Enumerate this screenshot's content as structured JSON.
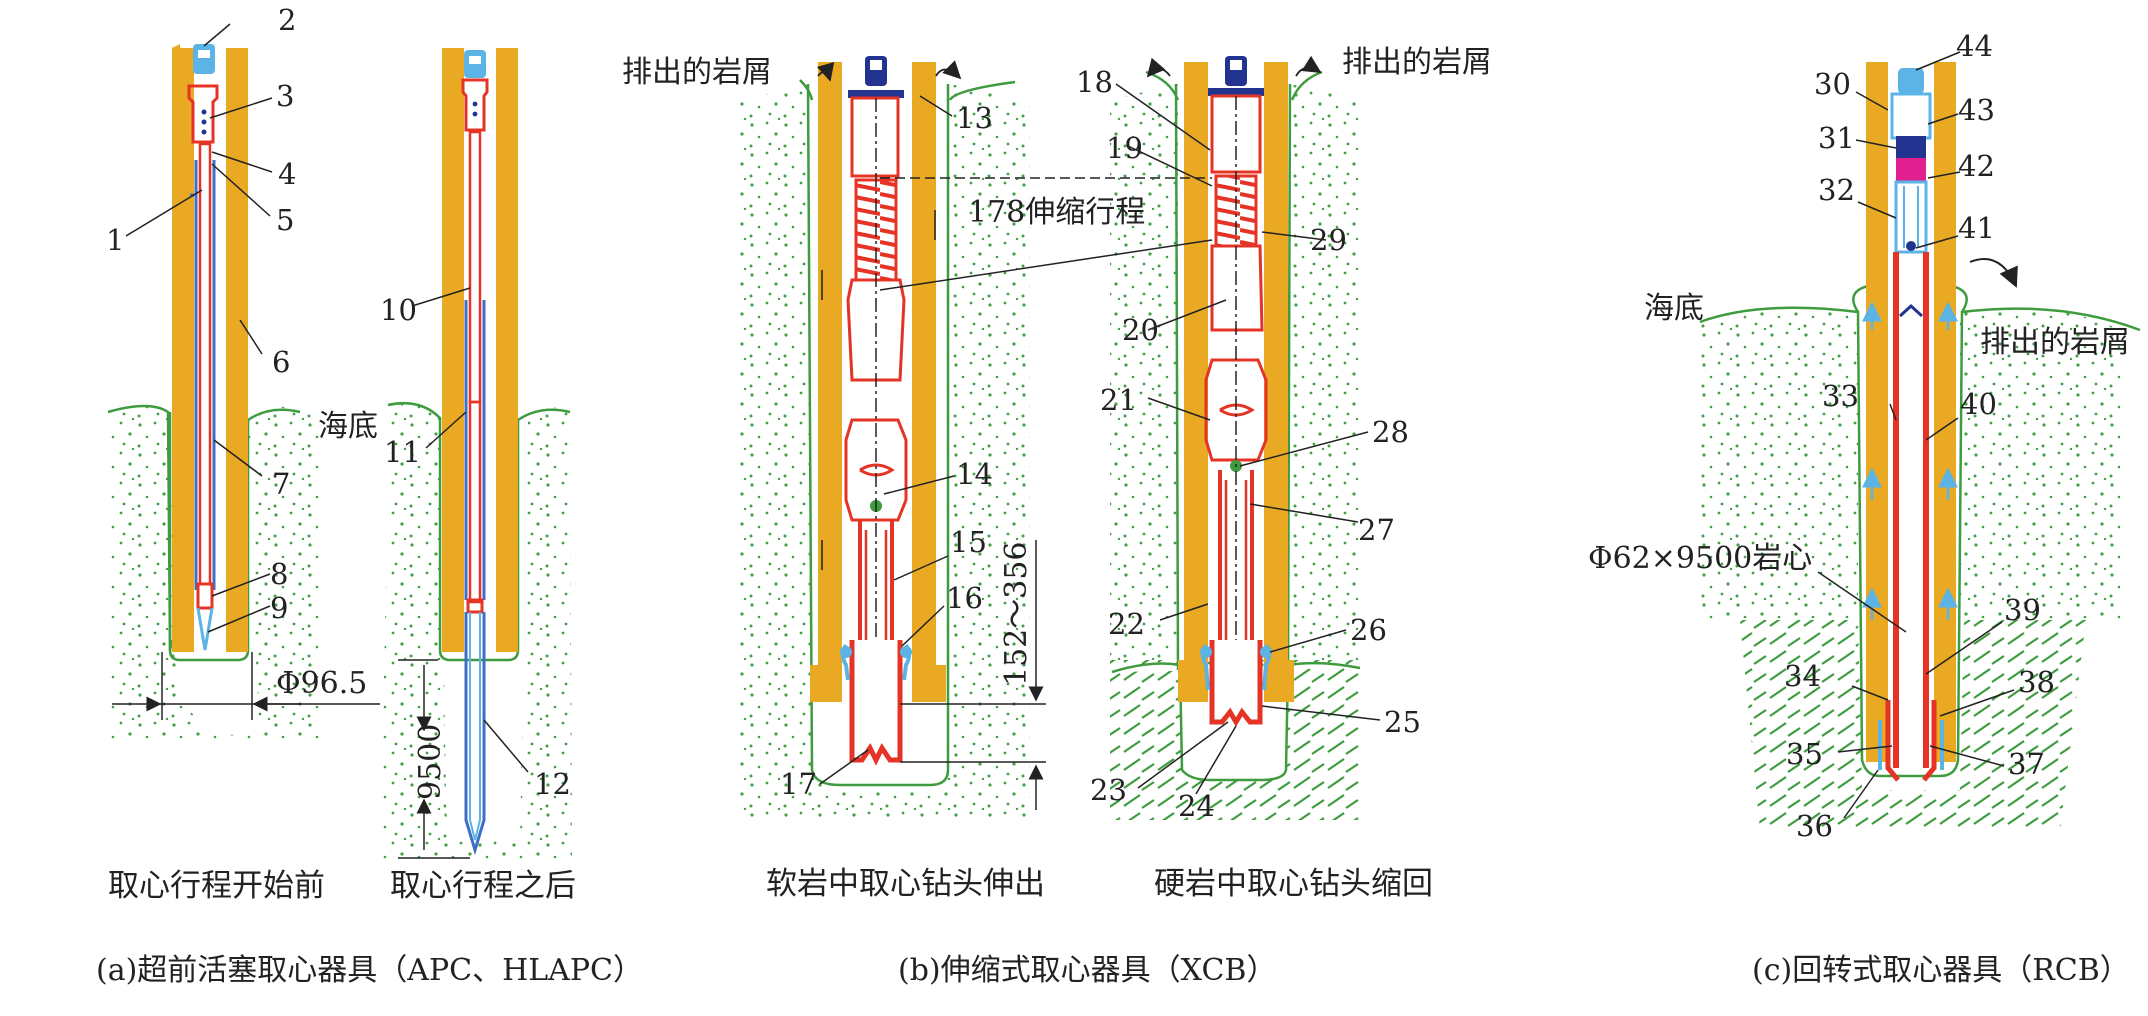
{
  "colors": {
    "casing": "#E9A923",
    "tool_red": "#E53325",
    "tool_blue": "#3F6FC4",
    "light_blue": "#5BB3E6",
    "magenta": "#E0208E",
    "navy": "#22348F",
    "seabed_green": "#3E9B3E",
    "speckle_green": "#43A047",
    "ink": "#222222"
  },
  "panel_a": {
    "labels": {
      "n1": "1",
      "n2": "2",
      "n3": "3",
      "n4": "4",
      "n5": "5",
      "n6": "6",
      "n7": "7",
      "n8": "8",
      "n9": "9",
      "n10": "10",
      "n11": "11",
      "n12": "12"
    },
    "seabed": "海底",
    "diameter": "Φ96.5",
    "stroke": "9500",
    "before": "取心行程开始前",
    "after": "取心行程之后",
    "caption": "(a)超前活塞取心器具（APC、HLAPC）"
  },
  "panel_b": {
    "labels": {
      "n13": "13",
      "n14": "14",
      "n15": "15",
      "n16": "16",
      "n17": "17",
      "n18": "18",
      "n19": "19",
      "n20": "20",
      "n21": "21",
      "n22": "22",
      "n23": "23",
      "n24": "24",
      "n25": "25",
      "n26": "26",
      "n27": "27",
      "n28": "28",
      "n29": "29"
    },
    "cuttings_left": "排出的岩屑",
    "cuttings_right": "排出的岩屑",
    "telescope": "178伸缩行程",
    "range": "152～356",
    "soft": "软岩中取心钻头伸出",
    "hard": "硬岩中取心钻头缩回",
    "caption": "(b)伸缩式取心器具（XCB）"
  },
  "panel_c": {
    "labels": {
      "n30": "30",
      "n31": "31",
      "n32": "32",
      "n33": "33",
      "n34": "34",
      "n35": "35",
      "n36": "36",
      "n37": "37",
      "n38": "38",
      "n39": "39",
      "n40": "40",
      "n41": "41",
      "n42": "42",
      "n43": "43",
      "n44": "44"
    },
    "seabed": "海底",
    "cuttings": "排出的岩屑",
    "core": "Φ62×9500岩心",
    "caption": "(c)回转式取心器具（RCB）"
  }
}
